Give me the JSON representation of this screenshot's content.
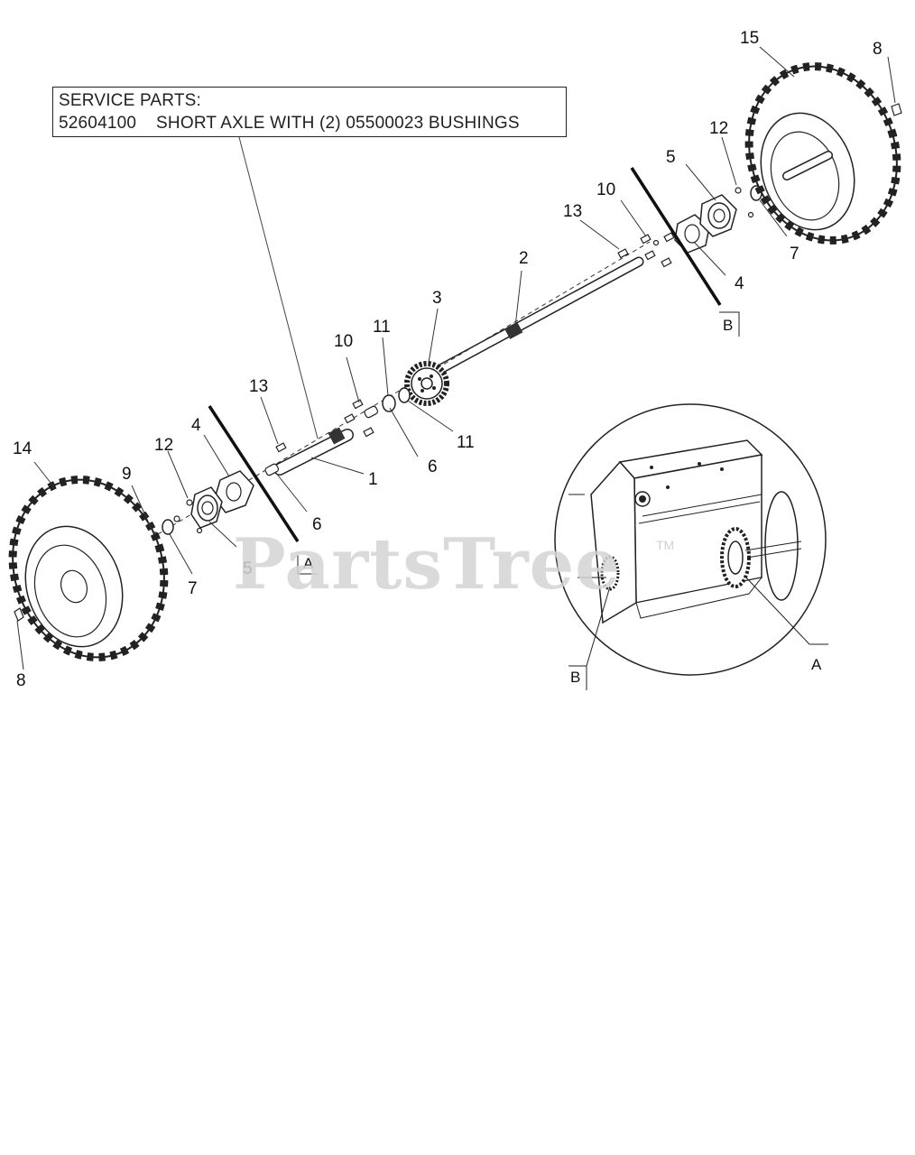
{
  "service_box": {
    "line1": "SERVICE PARTS:",
    "line2": "52604100    SHORT AXLE WITH (2) 05500023 BUSHINGS"
  },
  "watermark": {
    "text": "PartsTree",
    "tm": "TM"
  },
  "callouts": {
    "c1": "1",
    "c2": "2",
    "c3": "3",
    "c4_left": "4",
    "c4_right": "4",
    "c5_left": "5",
    "c5_right": "5",
    "c6_lower": "6",
    "c6_upper": "6",
    "c7_left": "7",
    "c7_right": "7",
    "c8_left": "8",
    "c8_right": "8",
    "c9": "9",
    "c10_left": "10",
    "c10_right": "10",
    "c11_upper": "11",
    "c11_lower": "11",
    "c12_left": "12",
    "c12_right": "12",
    "c13_left": "13",
    "c13_right": "13",
    "c14": "14",
    "c15": "15"
  },
  "section_markers": {
    "a_main": "A",
    "b_main": "B",
    "a_inset": "A",
    "b_inset": "B"
  }
}
